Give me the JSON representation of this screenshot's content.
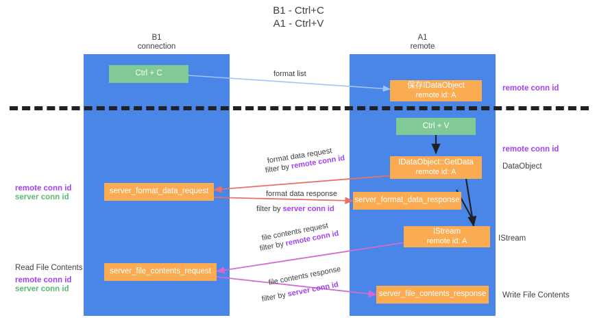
{
  "title": {
    "line1": "B1 - Ctrl+C",
    "line2": "A1 - Ctrl+V"
  },
  "lanes": [
    {
      "name": "B1",
      "sub": "connection"
    },
    {
      "name": "A1",
      "sub": "remote"
    }
  ],
  "boxes": {
    "ctrl_c": "Ctrl + C",
    "ctrl_v": "Ctrl + V",
    "save_idataobject_l1": "保存IDataObject",
    "save_idataobject_l2": "remote id: A",
    "getdata_l1": "IDataObject::GetData",
    "getdata_l2": "remote id: A",
    "istream_l1": "IStream",
    "istream_l2": "remote id: A",
    "server_format_data_request": "server_format_data_request",
    "server_format_data_response": "server_format_data_response",
    "server_file_contents_request": "server_file_contents_request",
    "server_file_contents_response": "server_file_contents_response"
  },
  "side_labels": {
    "remote_conn_id_top": "remote conn id",
    "remote_conn_id_mid": "remote conn id",
    "data_object": "DataObject",
    "istream": "IStream",
    "write_file_contents": "Write File Contents",
    "read_file_contents": "Read File Contents",
    "left_remote_conn_id_1": "remote conn id",
    "left_server_conn_id_1": "server conn id",
    "left_remote_conn_id_2": "remote conn id",
    "left_server_conn_id_2": "server conn id"
  },
  "edges": {
    "format_list": "format list",
    "format_data_request_l1": "format data request",
    "format_data_request_l2a": "filter by ",
    "format_data_request_l2b": "remote conn id",
    "format_data_response_l1": "format data response",
    "format_data_response_l2a": "filter by ",
    "format_data_response_l2b": "server conn id",
    "file_contents_request_l1": "file contents request",
    "file_contents_request_l2a": "filter by ",
    "file_contents_request_l2b": "remote conn id",
    "file_contents_response_l1": "file contents response",
    "file_contents_response_l2a": "filter by ",
    "file_contents_response_l2b": "server conn id"
  },
  "colors": {
    "lane": "#4a86e8",
    "green_box": "#81c995",
    "orange_box": "#fbab51",
    "purple": "#a142f4",
    "green_text": "#5bb974",
    "arrow_blue": "#9fc5f8",
    "arrow_red": "#e8706a",
    "arrow_magenta": "#d16ad1",
    "arrow_black": "#202124"
  }
}
